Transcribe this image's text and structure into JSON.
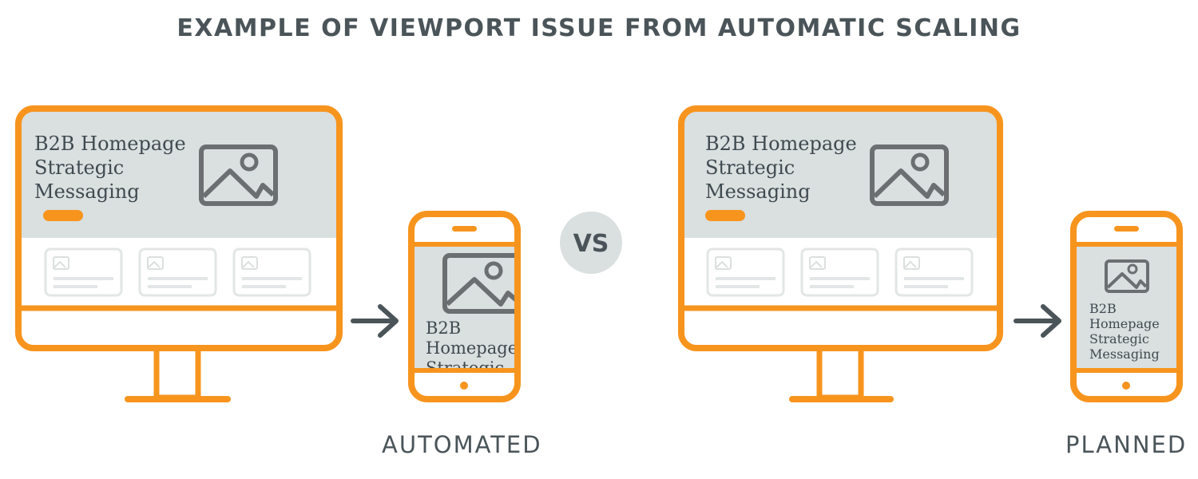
{
  "title": "EXAMPLE OF VIEWPORT ISSUE FROM AUTOMATIC SCALING",
  "desktop_hero_lines": [
    "B2B Homepage",
    "Strategic",
    "Messaging"
  ],
  "automated_phone_lines": [
    "B2B",
    "Homepage",
    "Strategic"
  ],
  "planned_phone_lines": [
    "B2B",
    "Homepage",
    "Strategic",
    "Messaging"
  ],
  "vs_label": "VS",
  "label_automated": "AUTOMATED",
  "label_planned": "PLANNED",
  "icons": {
    "image_placeholder": "image-icon",
    "arrow": "arrow-right-icon"
  },
  "colors": {
    "accent_orange": "#f7941d",
    "screen_gray": "#dadfdf",
    "text_dark": "#4a5459",
    "icon_gray": "#6b6f71",
    "card_gray": "#e3e6e6"
  }
}
